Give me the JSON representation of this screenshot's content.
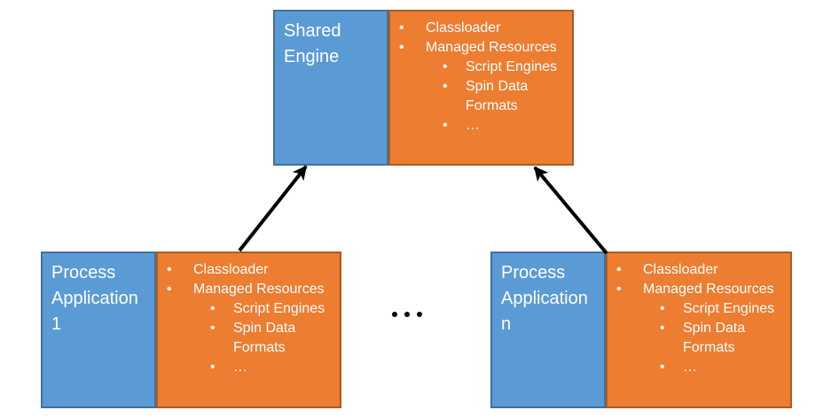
{
  "colors": {
    "blue_fill": "#5B9BD5",
    "blue_border": "#41719C",
    "orange_fill": "#ED7D31",
    "orange_border": "#AE5A21",
    "text": "#FFFFFF",
    "arrow": "#000000"
  },
  "nodes": {
    "shared_engine": {
      "title": "Shared Engine",
      "bullets": [
        "Classloader",
        "Managed Resources"
      ],
      "sub_bullets": [
        "Script Engines",
        "Spin Data Formats",
        "…"
      ]
    },
    "process_application_1": {
      "title": "Process Application 1",
      "bullets": [
        "Classloader",
        "Managed Resources"
      ],
      "sub_bullets": [
        "Script Engines",
        "Spin Data Formats",
        "…"
      ]
    },
    "process_application_n": {
      "title": "Process Application n",
      "bullets": [
        "Classloader",
        "Managed Resources"
      ],
      "sub_bullets": [
        "Script Engines",
        "Spin Data Formats",
        "…"
      ]
    }
  },
  "connectors": [
    {
      "from": "process_application_1",
      "to": "shared_engine"
    },
    {
      "from": "process_application_n",
      "to": "shared_engine"
    }
  ],
  "ellipsis": "•••"
}
